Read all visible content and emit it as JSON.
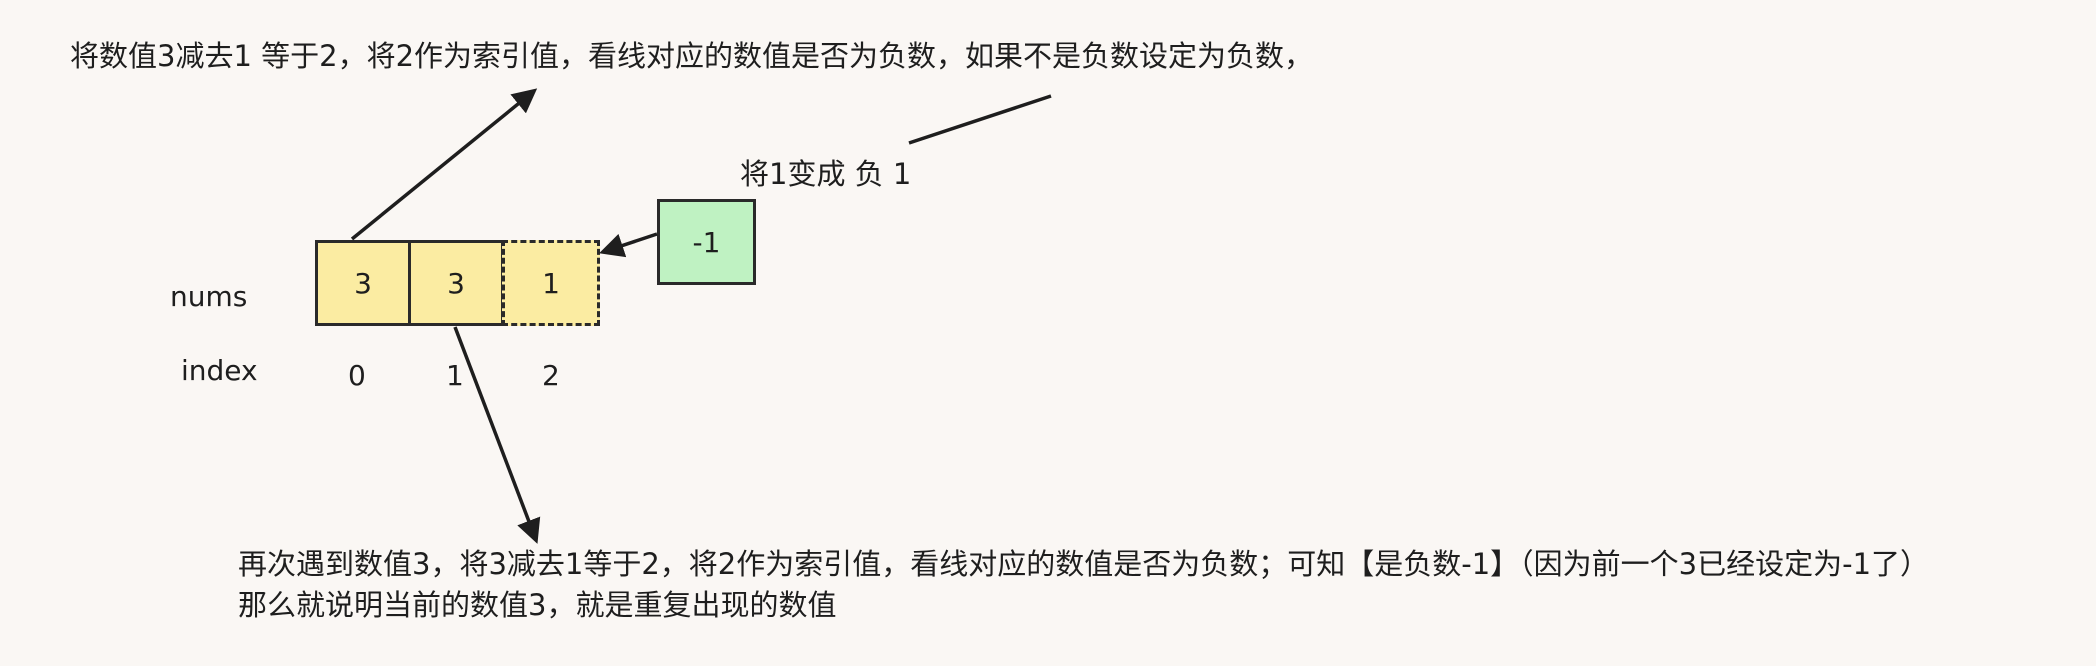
{
  "notes": {
    "top": "将数值3减去1 等于2，将2作为索引值，看线对应的数值是否为负数，如果不是负数设定为负数，",
    "change": "将1变成 负 1",
    "bottom_line1": "再次遇到数值3，将3减去1等于2，将2作为索引值，看线对应的数值是否为负数；可知【是负数-1】（因为前一个3已经设定为-1了）",
    "bottom_line2": "那么就说明当前的数值3，就是重复出现的数值"
  },
  "labels": {
    "nums": "nums",
    "index": "index"
  },
  "nums": [
    "3",
    "3",
    "1"
  ],
  "indices": [
    "0",
    "1",
    "2"
  ],
  "new_value": "-1",
  "colors": {
    "background": "#faf7f4",
    "cell_fill": "#fbeca2",
    "new_value_fill": "#bff2c2",
    "stroke": "#1e1e1e"
  }
}
